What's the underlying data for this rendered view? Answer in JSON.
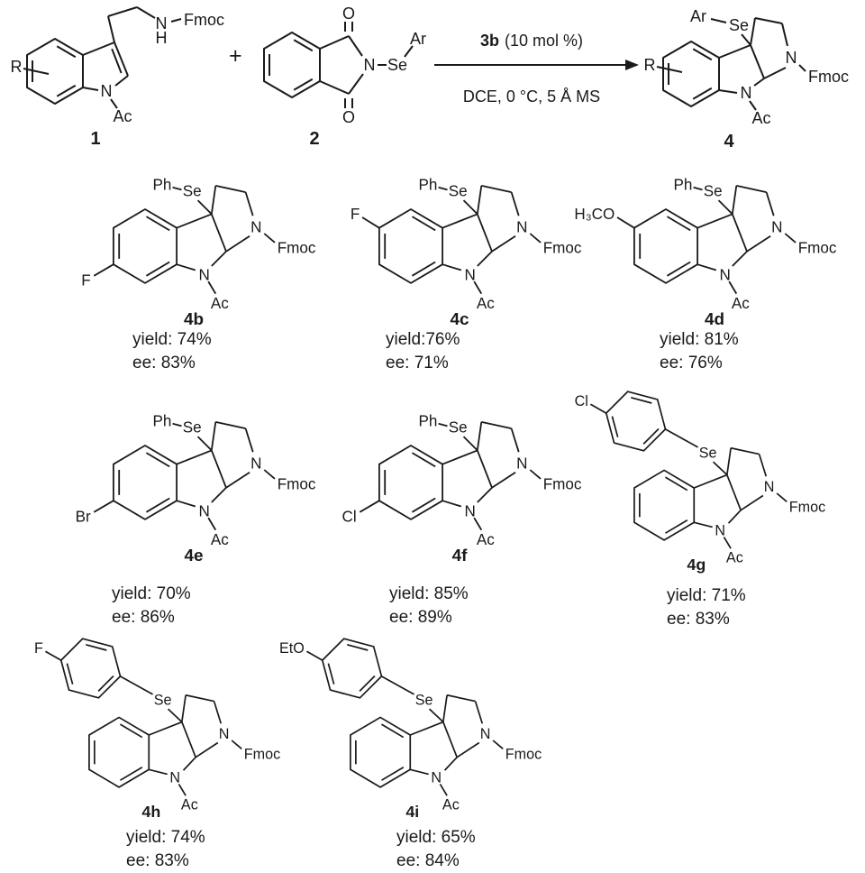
{
  "glyphs": {
    "se": "Se",
    "n": "N",
    "h": "H",
    "o": "O",
    "ac": "Ac",
    "fmoc": "Fmoc",
    "ph": "Ph",
    "r": "R",
    "ar": "Ar",
    "plus": "+"
  },
  "scheme": {
    "reactant1": {
      "number": "1"
    },
    "reactant2": {
      "number": "2"
    },
    "arrow": {
      "catalyst_bold": "3b",
      "catalyst_rest": "(10 mol %)",
      "conditions": "DCE, 0 °C, 5 Å MS"
    },
    "product": {
      "number": "4"
    }
  },
  "products": [
    {
      "id": "4b",
      "type": "ph",
      "benzo_sub": "F",
      "benzo_pos": "lower-left",
      "yield": "yield: 74%",
      "ee": "ee: 83%"
    },
    {
      "id": "4c",
      "type": "ph",
      "benzo_sub": "F",
      "benzo_pos": "upper-left",
      "yield": "yield:76%",
      "ee": "ee: 71%"
    },
    {
      "id": "4d",
      "type": "ph",
      "benzo_sub": "H₃CO",
      "benzo_pos": "upper-left",
      "yield": "yield: 81%",
      "ee": "ee: 76%"
    },
    {
      "id": "4e",
      "type": "ph",
      "benzo_sub": "Br",
      "benzo_pos": "lower-left",
      "yield": "yield: 70%",
      "ee": "ee: 86%"
    },
    {
      "id": "4f",
      "type": "ph",
      "benzo_sub": "Cl",
      "benzo_pos": "lower-left",
      "yield": "yield: 85%",
      "ee": "ee: 89%"
    },
    {
      "id": "4g",
      "type": "aryl",
      "aryl_sub": "Cl",
      "yield": "yield: 71%",
      "ee": "ee: 83%"
    },
    {
      "id": "4h",
      "type": "aryl",
      "aryl_sub": "F",
      "yield": "yield: 74%",
      "ee": "ee: 83%"
    },
    {
      "id": "4i",
      "type": "aryl",
      "aryl_sub": "EtO",
      "yield": "yield: 65%",
      "ee": "ee: 84%"
    }
  ]
}
